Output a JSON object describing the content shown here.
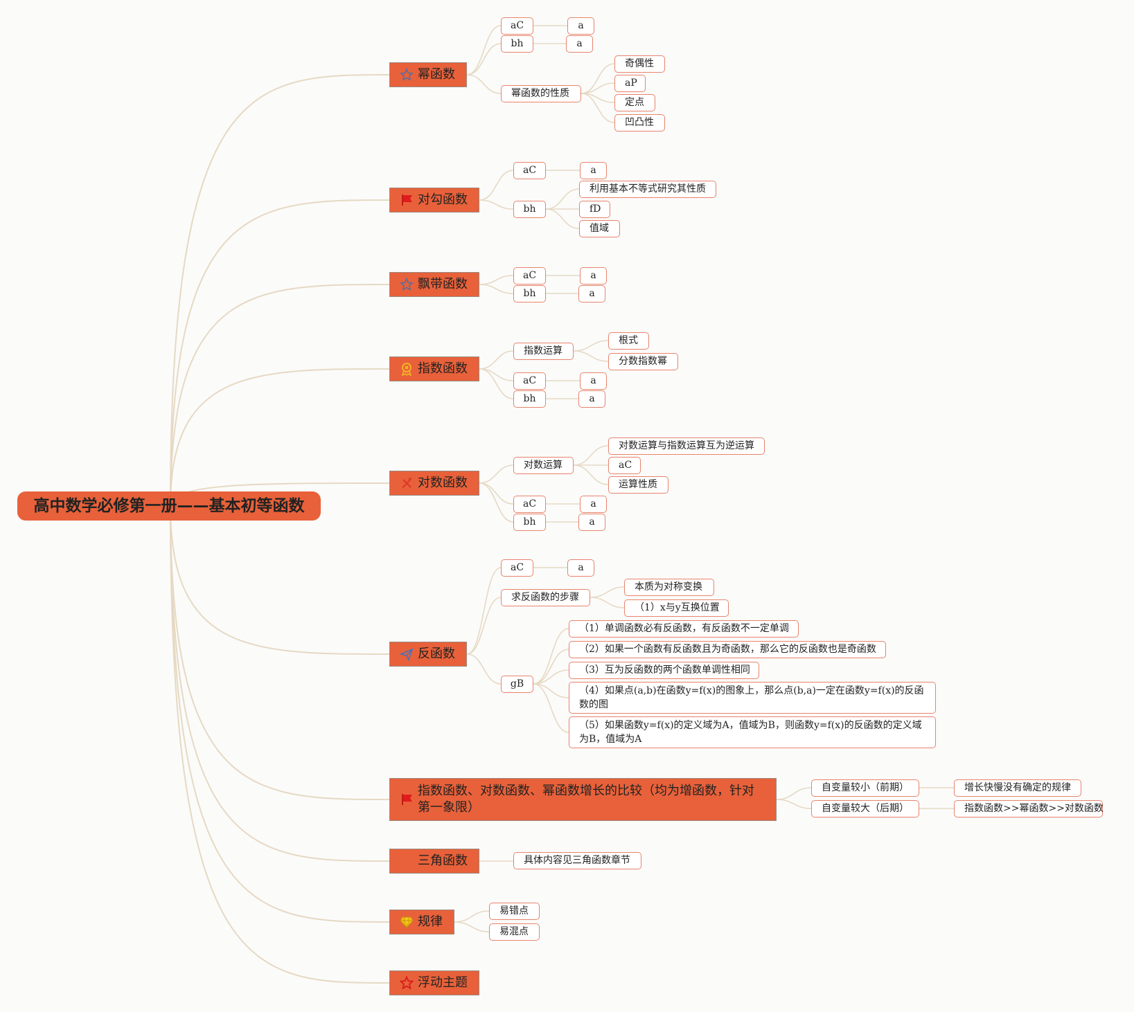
{
  "root": {
    "title": "高中数学必修第一册——基本初等函数"
  },
  "colors": {
    "accent": "#e8613a",
    "link": "#e6d9c3",
    "leaf_border": "#e8836a"
  },
  "topics": [
    {
      "label": "幂函数",
      "icon": "star-outline-icon",
      "children": {
        "c1": "aC",
        "c1a": "a",
        "c2": "bh",
        "c2a": "a",
        "prop": "幂函数的性质",
        "p1": "奇偶性",
        "p2": "aP",
        "p3": "定点",
        "p4": "凹凸性"
      }
    },
    {
      "label": "对勾函数",
      "icon": "red-flag-icon",
      "children": {
        "c1": "aC",
        "c1a": "a",
        "c2": "bh",
        "c2a": "利用基本不等式研究其性质",
        "c2b": "fD",
        "c2c": "值域"
      }
    },
    {
      "label": "飘带函数",
      "icon": "star-outline-icon",
      "children": {
        "c1": "aC",
        "c1a": "a",
        "c2": "bh",
        "c2a": "a"
      }
    },
    {
      "label": "指数函数",
      "icon": "award-ribbon-icon",
      "children": {
        "op": "指数运算",
        "op1": "根式",
        "op2": "分数指数幂",
        "c1": "aC",
        "c1a": "a",
        "c2": "bh",
        "c2a": "a"
      }
    },
    {
      "label": "对数函数",
      "icon": "tools-icon",
      "children": {
        "op": "对数运算",
        "op1": "对数运算与指数运算互为逆运算",
        "op2": "aC",
        "op3": "运算性质",
        "c1": "aC",
        "c1a": "a",
        "c2": "bh",
        "c2a": "a"
      }
    },
    {
      "label": "反函数",
      "icon": "paper-plane-icon",
      "children": {
        "c1": "aC",
        "c1a": "a",
        "steps": "求反函数的步骤",
        "s1": "本质为对称变换",
        "s2": "（1）x与y互换位置",
        "g": "gB",
        "g1": "（1）单调函数必有反函数，有反函数不一定单调",
        "g2": "（2）如果一个函数有反函数且为奇函数，那么它的反函数也是奇函数",
        "g3": "（3）互为反函数的两个函数单调性相同",
        "g4": "（4）如果点(a,b)在函数y=f(x)的图象上，那么点(b,a)一定在函数y=f(x)的反函数的图",
        "g5": "（5）如果函数y=f(x)的定义域为A，值域为B，则函数y=f(x)的反函数的定义域为B，值域为A"
      }
    },
    {
      "label": "指数函数、对数函数、幂函数增长的比较（均为增函数，针对第一象限）",
      "icon": "red-flag-icon",
      "children": {
        "a": "自变量较小（前期）",
        "a1": "增长快慢没有确定的规律",
        "b": "自变量较大（后期）",
        "b1": "指数函数>>幂函数>>对数函数"
      }
    },
    {
      "label": "三角函数",
      "icon": "",
      "children": {
        "a": "具体内容见三角函数章节"
      }
    },
    {
      "label": "规律",
      "icon": "diamond-icon",
      "children": {
        "a": "易错点",
        "b": "易混点"
      }
    },
    {
      "label": "浮动主题",
      "icon": "star-outline-icon",
      "children": {}
    }
  ]
}
